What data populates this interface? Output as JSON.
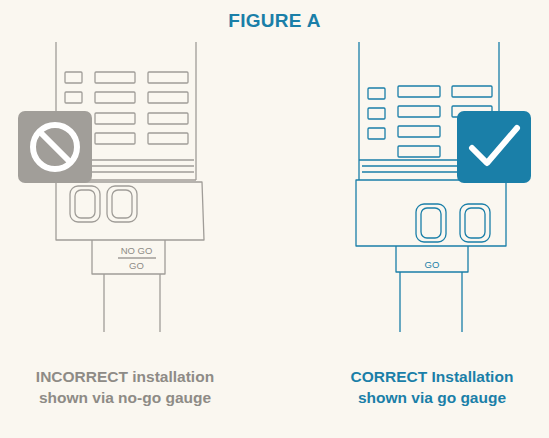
{
  "diagram": {
    "title": "FIGURE A",
    "labels": [
      "NO GO",
      "GO",
      "GO",
      "INCORRECT installation shown via no-go gauge",
      "CORRECT Installation shown via go gauge"
    ]
  }
}
